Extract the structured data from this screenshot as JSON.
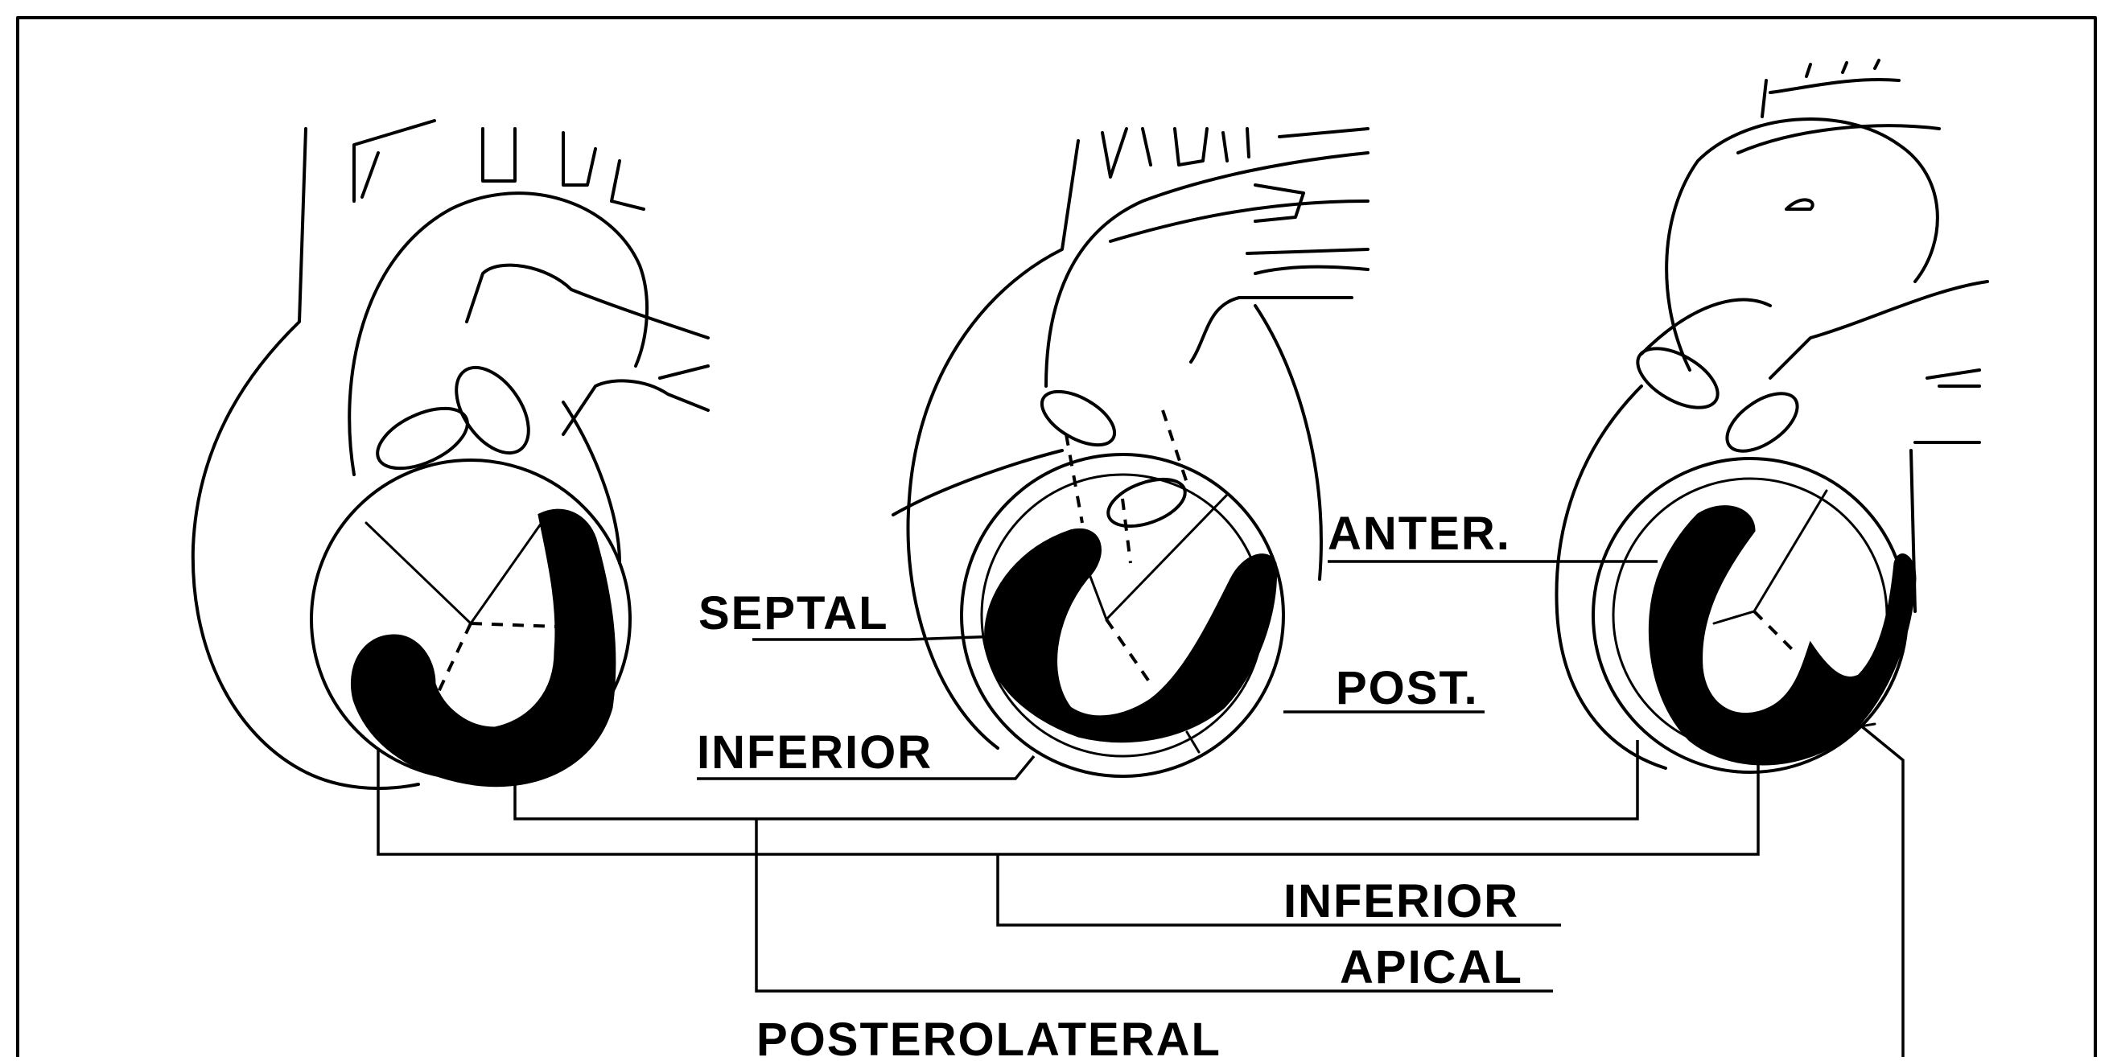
{
  "labels": {
    "septal": "SEPTAL",
    "inferior_left": "INFERIOR",
    "anter": "ANTER.",
    "post": "POST.",
    "inferior_bottom": "INFERIOR",
    "apical": "APICAL",
    "posterolateral": "POSTEROLATERAL"
  },
  "colors": {
    "ink": "#000000",
    "background": "#ffffff"
  }
}
